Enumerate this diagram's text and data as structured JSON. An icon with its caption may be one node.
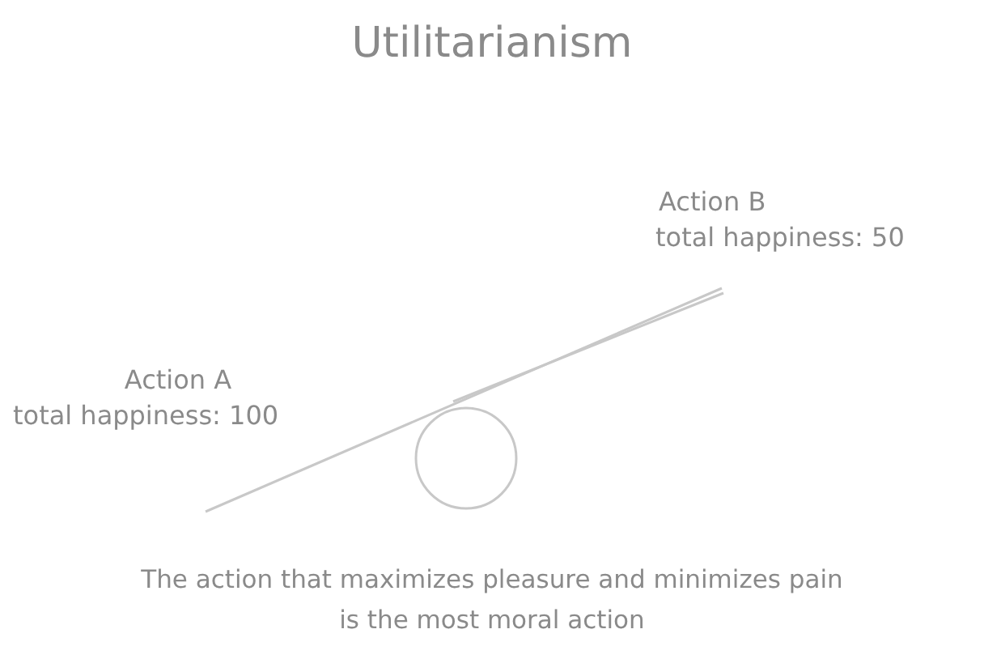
{
  "diagram": {
    "title": "Utilitarianism",
    "caption": "The action that maximizes pleasure and minimizes pain is the most moral action",
    "labels": [
      "Action B",
      "total happiness: 50",
      "Action A",
      "total happiness: 100"
    ]
  }
}
